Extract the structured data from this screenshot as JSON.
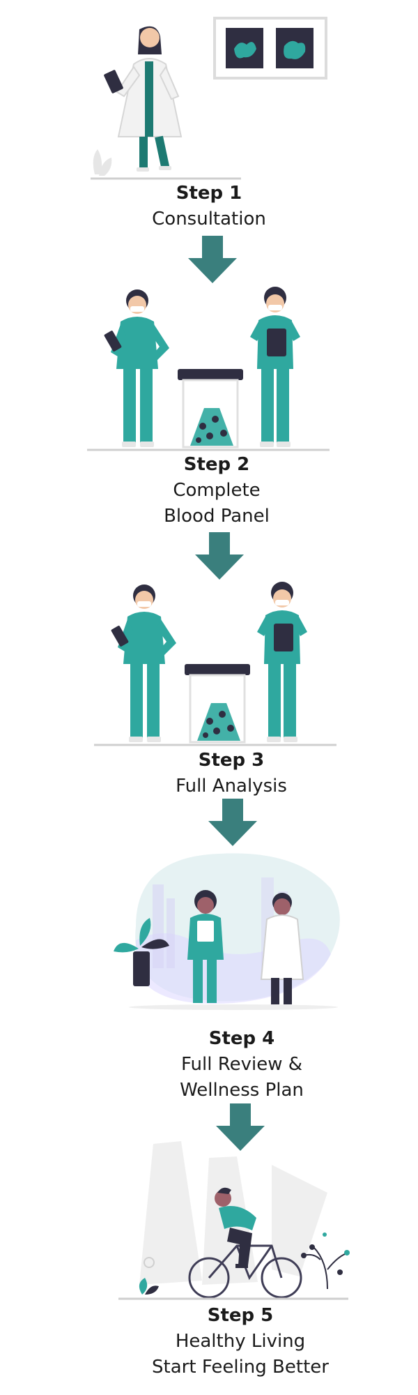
{
  "steps": [
    {
      "title": "Step 1",
      "lines": [
        "Consultation"
      ]
    },
    {
      "title": "Step 2",
      "lines": [
        "Complete",
        "Blood Panel"
      ]
    },
    {
      "title": "Step 3",
      "lines": [
        "Full Analysis"
      ]
    },
    {
      "title": "Step 4",
      "lines": [
        "Full Review &",
        "Wellness Plan"
      ]
    },
    {
      "title": "Step 5",
      "lines": [
        "Healthy Living",
        "Start Feeling Better"
      ]
    }
  ],
  "colors": {
    "teal": "#2fa89f",
    "arrow": "#3a7f7d",
    "dark": "#2f2e41",
    "ground": "#cfcfcf",
    "skin": "#9e616a"
  }
}
